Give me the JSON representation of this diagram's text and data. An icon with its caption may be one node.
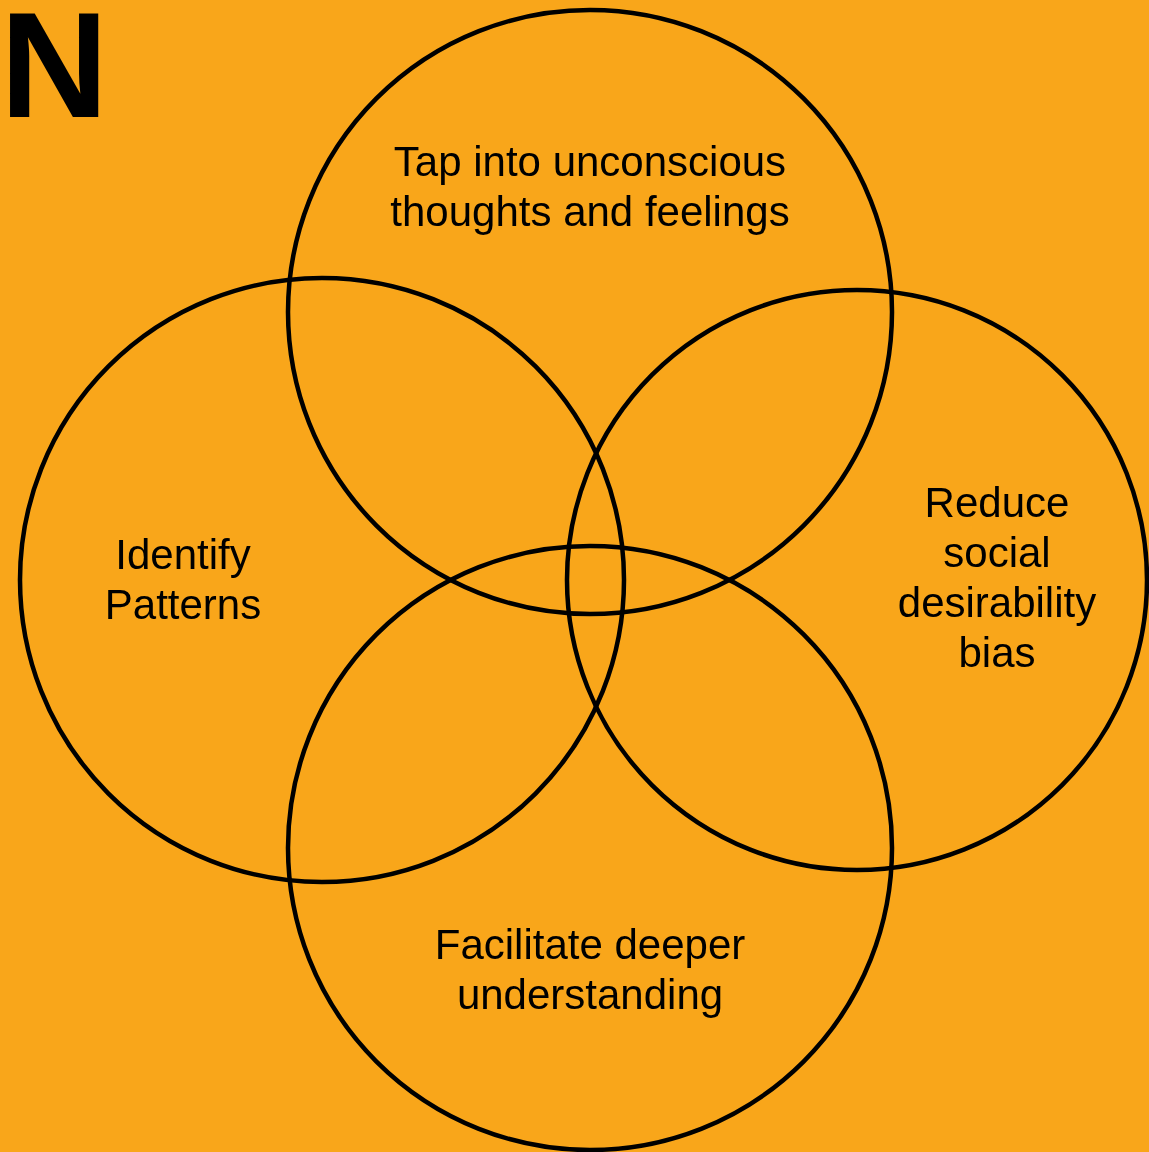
{
  "diagram": {
    "nodes": [
      {
        "text": [
          "Tap into unconscious thoughts and feelings"
        ]
      },
      {
        "text": [
          "Identify Patterns"
        ]
      },
      {
        "text": [
          "Reduce social desirability bias"
        ]
      },
      {
        "text": [
          "Facilitate deeper understanding"
        ]
      }
    ],
    "labels": [
      "N"
    ]
  }
}
